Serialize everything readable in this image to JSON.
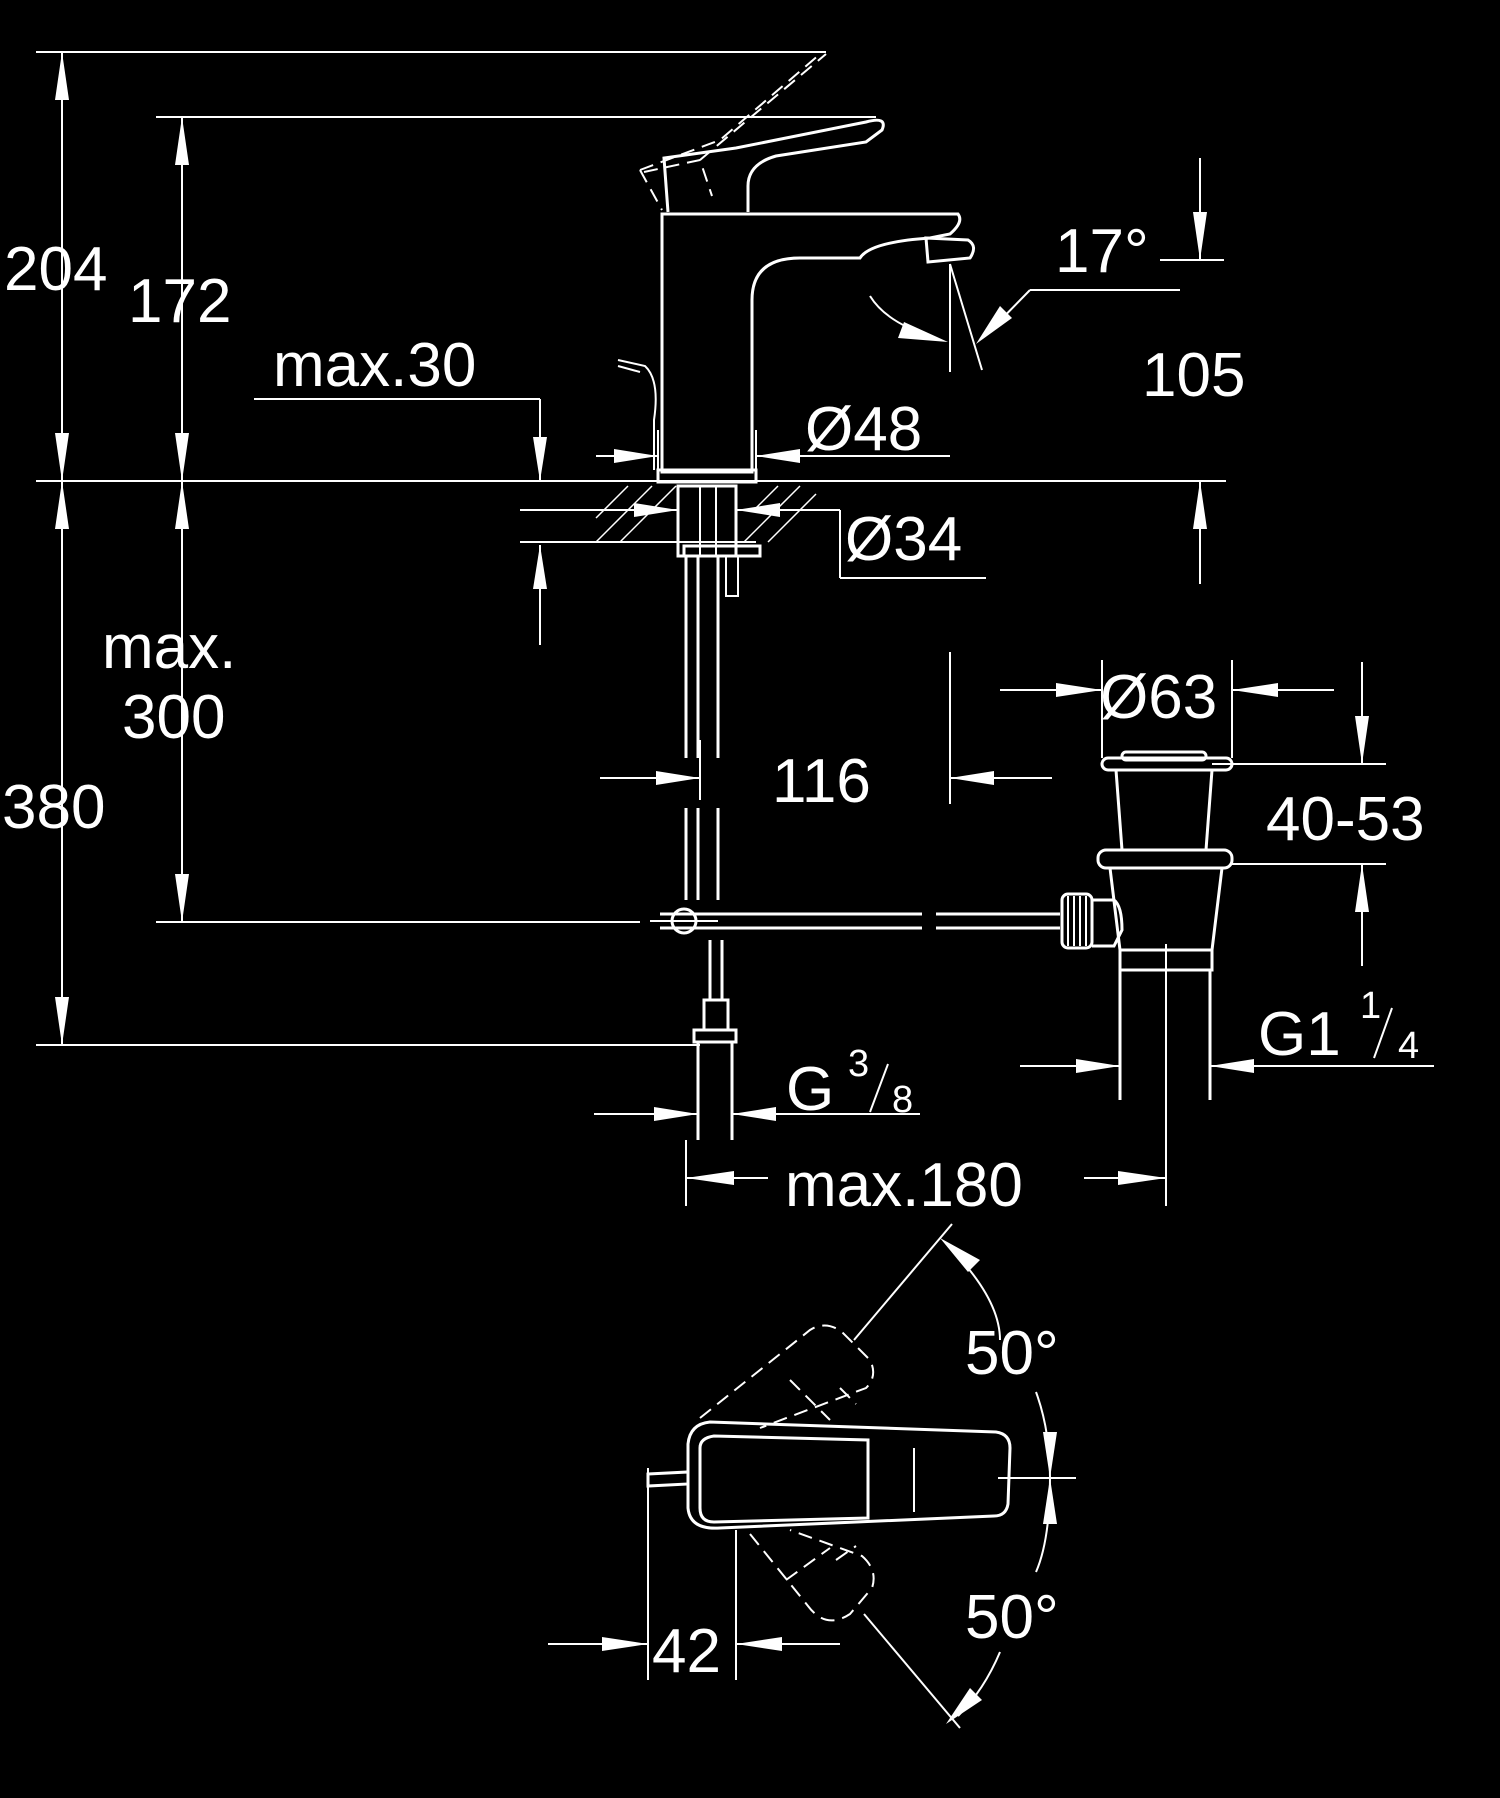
{
  "colors": {
    "background": "#000000",
    "line": "#ffffff"
  },
  "dimensions": {
    "h_204": "204",
    "h_172": "172",
    "max_30": "max.30",
    "angle_17": "17°",
    "d_105": "105",
    "dia_48": "Ø48",
    "dia_34": "Ø34",
    "max_300_line1": "max.",
    "max_300_line2": "300",
    "h_380": "380",
    "dia_63": "Ø63",
    "d_116": "116",
    "range_40_53": "40-53",
    "thread_g114_main": "G1",
    "thread_g114_num": "1",
    "thread_g114_den": "4",
    "thread_g38_main": "G",
    "thread_g38_num": "3",
    "thread_g38_den": "8",
    "max_180": "max.180",
    "angle_50_top": "50°",
    "angle_50_bottom": "50°",
    "d_42": "42"
  }
}
